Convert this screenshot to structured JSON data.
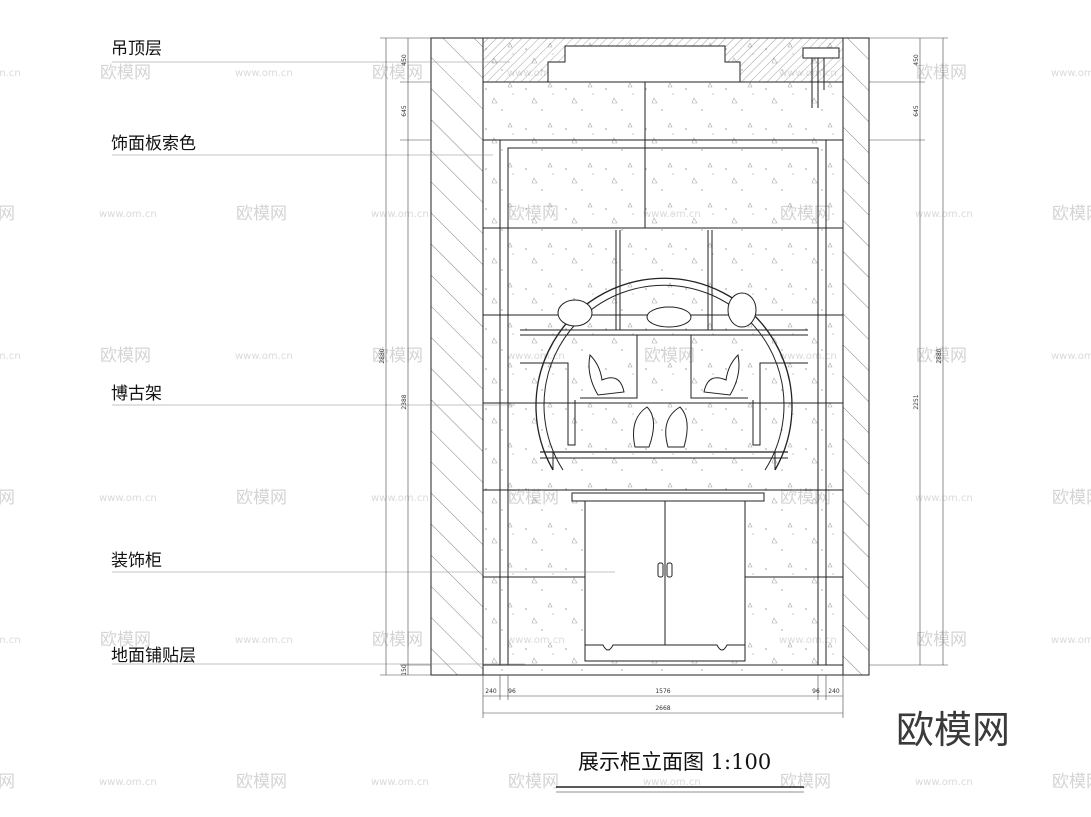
{
  "labels": {
    "ceiling": "吊顶层",
    "panel": "饰面板索色",
    "shelf": "博古架",
    "cabinet": "装饰柜",
    "floor": "地面铺贴层"
  },
  "dimensions": {
    "left": [
      "450",
      "645",
      "2880",
      "2388",
      "150"
    ],
    "right": [
      "450",
      "645",
      "2880",
      "2251"
    ],
    "bottom": [
      "240",
      "96",
      "1576",
      "96",
      "240"
    ],
    "bottom_total": "2668"
  },
  "title": "展示柜立面图 1:100",
  "brand": "欧模网",
  "watermark": {
    "name": "欧模网",
    "url": "www.om.cn"
  },
  "colors": {
    "line": "#222222",
    "hatch": "#555555",
    "watermark": "#d4d4d4"
  }
}
